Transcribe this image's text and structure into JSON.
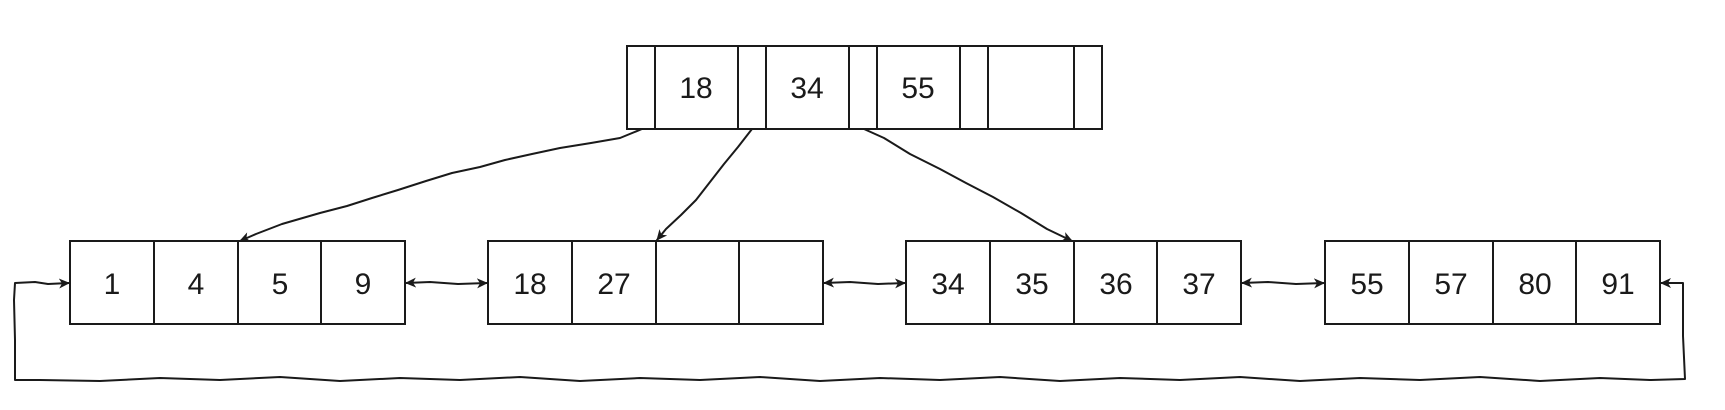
{
  "root": {
    "keys": [
      "18",
      "34",
      "55",
      ""
    ]
  },
  "leaves": [
    {
      "keys": [
        "1",
        "4",
        "5",
        "9"
      ]
    },
    {
      "keys": [
        "18",
        "27",
        "",
        ""
      ]
    },
    {
      "keys": [
        "34",
        "35",
        "36",
        "37"
      ]
    },
    {
      "keys": [
        "55",
        "57",
        "80",
        "91"
      ]
    }
  ],
  "colors": {
    "stroke": "#1a1a1a",
    "background": "#ffffff",
    "text": "#1a1a1a"
  }
}
